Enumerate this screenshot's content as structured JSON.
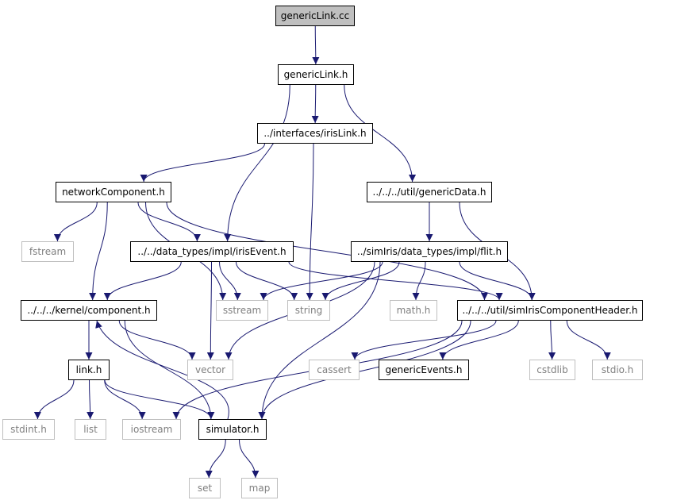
{
  "colors": {
    "edge": "#191970",
    "border": "#000000",
    "ext_border": "#bfbfbf",
    "ext_text": "#808080",
    "root_fill": "#bfbfbf"
  },
  "nodes": {
    "n_genericLink_cc": {
      "label": "genericLink.cc",
      "kind": "root"
    },
    "n_genericLink_h": {
      "label": "genericLink.h",
      "kind": "local"
    },
    "n_irisLink": {
      "label": "../interfaces/irisLink.h",
      "kind": "local"
    },
    "n_networkComponent": {
      "label": "networkComponent.h",
      "kind": "local"
    },
    "n_genericData": {
      "label": "../../../util/genericData.h",
      "kind": "local"
    },
    "n_fstream": {
      "label": "fstream",
      "kind": "system"
    },
    "n_irisEvent": {
      "label": "../../data_types/impl/irisEvent.h",
      "kind": "local"
    },
    "n_flit": {
      "label": "../simIris/data_types/impl/flit.h",
      "kind": "local"
    },
    "n_component": {
      "label": "../../../kernel/component.h",
      "kind": "local"
    },
    "n_sstream": {
      "label": "sstream",
      "kind": "system"
    },
    "n_string": {
      "label": "string",
      "kind": "system"
    },
    "n_math": {
      "label": "math.h",
      "kind": "system"
    },
    "n_simIrisHeader": {
      "label": "../../../util/simIrisComponentHeader.h",
      "kind": "local"
    },
    "n_link": {
      "label": "link.h",
      "kind": "local"
    },
    "n_vector": {
      "label": "vector",
      "kind": "system"
    },
    "n_cassert": {
      "label": "cassert",
      "kind": "system"
    },
    "n_genericEvents": {
      "label": "genericEvents.h",
      "kind": "local"
    },
    "n_cstdlib": {
      "label": "cstdlib",
      "kind": "system"
    },
    "n_stdio": {
      "label": "stdio.h",
      "kind": "system"
    },
    "n_stdint": {
      "label": "stdint.h",
      "kind": "system"
    },
    "n_list": {
      "label": "list",
      "kind": "system"
    },
    "n_iostream": {
      "label": "iostream",
      "kind": "system"
    },
    "n_simulator": {
      "label": "simulator.h",
      "kind": "local"
    },
    "n_set": {
      "label": "set",
      "kind": "system"
    },
    "n_map": {
      "label": "map",
      "kind": "system"
    }
  },
  "edges": [
    [
      "n_genericLink_cc",
      "n_genericLink_h"
    ],
    [
      "n_genericLink_h",
      "n_irisLink"
    ],
    [
      "n_genericLink_h",
      "n_irisEvent"
    ],
    [
      "n_genericLink_h",
      "n_genericData"
    ],
    [
      "n_irisLink",
      "n_networkComponent"
    ],
    [
      "n_irisLink",
      "n_string"
    ],
    [
      "n_networkComponent",
      "n_fstream"
    ],
    [
      "n_networkComponent",
      "n_irisEvent"
    ],
    [
      "n_networkComponent",
      "n_component"
    ],
    [
      "n_networkComponent",
      "n_sstream"
    ],
    [
      "n_networkComponent",
      "n_simIrisHeader"
    ],
    [
      "n_genericData",
      "n_flit"
    ],
    [
      "n_genericData",
      "n_simIrisHeader"
    ],
    [
      "n_irisEvent",
      "n_component"
    ],
    [
      "n_irisEvent",
      "n_sstream"
    ],
    [
      "n_irisEvent",
      "n_string"
    ],
    [
      "n_irisEvent",
      "n_vector"
    ],
    [
      "n_irisEvent",
      "n_simIrisHeader"
    ],
    [
      "n_flit",
      "n_sstream"
    ],
    [
      "n_flit",
      "n_string"
    ],
    [
      "n_flit",
      "n_math"
    ],
    [
      "n_flit",
      "n_vector"
    ],
    [
      "n_flit",
      "n_simIrisHeader"
    ],
    [
      "n_flit",
      "n_simulator"
    ],
    [
      "n_component",
      "n_link"
    ],
    [
      "n_component",
      "n_vector"
    ],
    [
      "n_component",
      "n_simulator"
    ],
    [
      "n_simulator",
      "n_component"
    ],
    [
      "n_simIrisHeader",
      "n_cassert"
    ],
    [
      "n_simIrisHeader",
      "n_genericEvents"
    ],
    [
      "n_simIrisHeader",
      "n_cstdlib"
    ],
    [
      "n_simIrisHeader",
      "n_stdio"
    ],
    [
      "n_simIrisHeader",
      "n_iostream"
    ],
    [
      "n_simIrisHeader",
      "n_simulator"
    ],
    [
      "n_link",
      "n_stdint"
    ],
    [
      "n_link",
      "n_list"
    ],
    [
      "n_link",
      "n_iostream"
    ],
    [
      "n_link",
      "n_simulator"
    ],
    [
      "n_simulator",
      "n_set"
    ],
    [
      "n_simulator",
      "n_map"
    ]
  ]
}
